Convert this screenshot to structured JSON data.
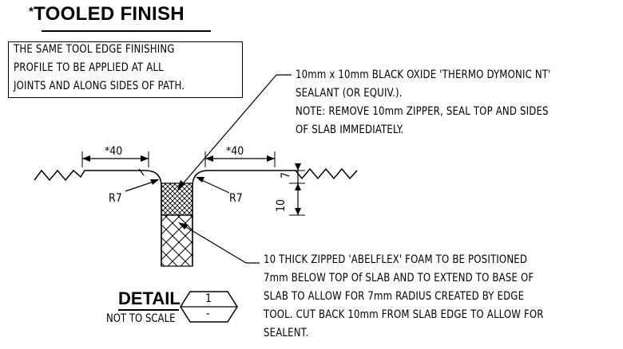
{
  "title": {
    "star": "*",
    "text": "TOOLED FINISH"
  },
  "note_box": {
    "lines": [
      "THE SAME TOOL EDGE FINISHING",
      "PROFILE TO BE APPLIED AT ALL",
      "JOINTS AND ALONG SIDES OF PATH."
    ]
  },
  "sealant_note": {
    "lines": [
      "10mm x 10mm BLACK OXIDE 'THERMO DYMONIC NT'",
      "SEALANT (OR EQUIV.).",
      "NOTE: REMOVE 10mm ZIPPER, SEAL TOP AND SIDES",
      "OF SLAB IMMEDIATELY."
    ]
  },
  "foam_note": {
    "lines": [
      "10 THICK ZIPPED 'ABELFLEX' FOAM TO BE POSITIONED",
      "7mm BELOW TOP Of SLAB AND TO EXTEND TO BASE OF",
      "SLAB TO ALLOW FOR 7mm RADIUS CREATED BY EDGE",
      "TOOL. CUT BACK 10mm FROM SLAB EDGE TO ALLOW FOR",
      "SEALENT."
    ]
  },
  "dimensions": {
    "left_width": "*40",
    "right_width": "*40",
    "left_radius": "R7",
    "right_radius": "R7",
    "depth_top": "7",
    "depth_sealant": "10"
  },
  "detail": {
    "label": "DETAIL",
    "number": "1",
    "sheet": "-",
    "scale": "NOT TO SCALE"
  }
}
